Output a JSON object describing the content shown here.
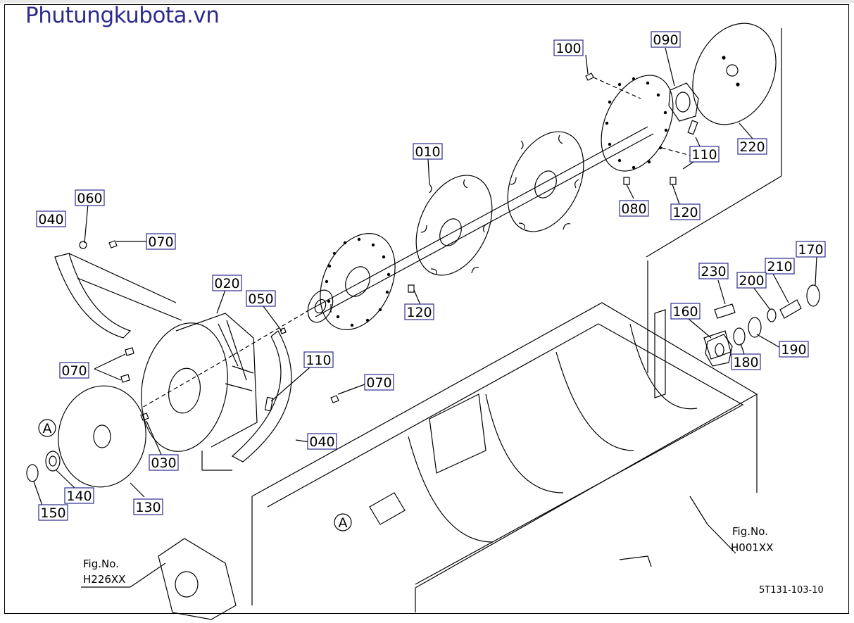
{
  "site": {
    "watermark": "Phutungkubota.vn",
    "brand_color": "#2d2c8e"
  },
  "parts": [
    {
      "id": "p100",
      "no": "100"
    },
    {
      "id": "p090",
      "no": "090"
    },
    {
      "id": "p220",
      "no": "220"
    },
    {
      "id": "p110a",
      "no": "110"
    },
    {
      "id": "p010",
      "no": "010"
    },
    {
      "id": "p080",
      "no": "080"
    },
    {
      "id": "p120a",
      "no": "120"
    },
    {
      "id": "p060",
      "no": "060"
    },
    {
      "id": "p040a",
      "no": "040"
    },
    {
      "id": "p070a",
      "no": "070"
    },
    {
      "id": "p020",
      "no": "020"
    },
    {
      "id": "p050",
      "no": "050"
    },
    {
      "id": "p120b",
      "no": "120"
    },
    {
      "id": "p110b",
      "no": "110"
    },
    {
      "id": "p070b",
      "no": "070"
    },
    {
      "id": "p070c",
      "no": "070"
    },
    {
      "id": "p040b",
      "no": "040"
    },
    {
      "id": "p030",
      "no": "030"
    },
    {
      "id": "p140",
      "no": "140"
    },
    {
      "id": "p130",
      "no": "130"
    },
    {
      "id": "p150",
      "no": "150"
    },
    {
      "id": "p170",
      "no": "170"
    },
    {
      "id": "p230",
      "no": "230"
    },
    {
      "id": "p210",
      "no": "210"
    },
    {
      "id": "p200",
      "no": "200"
    },
    {
      "id": "p160",
      "no": "160"
    },
    {
      "id": "p190",
      "no": "190"
    },
    {
      "id": "p180",
      "no": "180"
    }
  ],
  "markers": {
    "a1": "A",
    "a2": "A"
  },
  "figrefs": {
    "ref1": {
      "label": "Fig.No.",
      "code": "H226XX"
    },
    "ref2": {
      "label": "Fig.No.",
      "code": "H001XX"
    }
  },
  "drawing_code": "5T131-103-10"
}
